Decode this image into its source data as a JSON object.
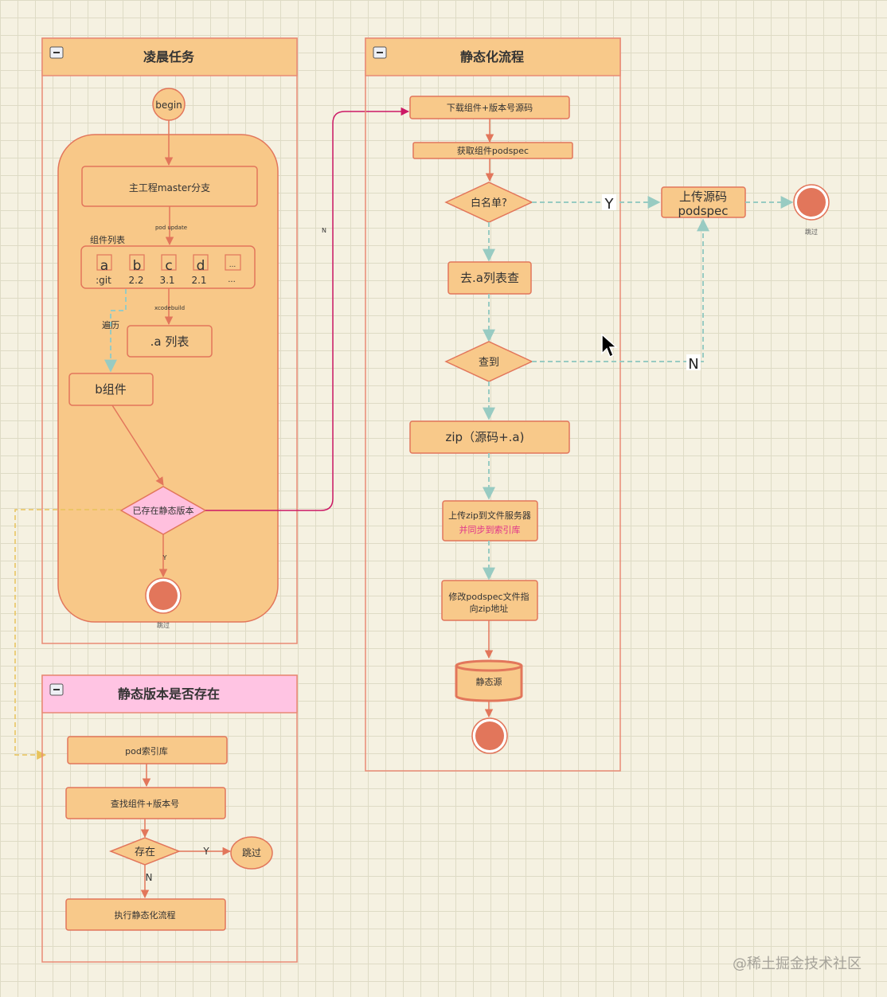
{
  "lanes": {
    "morning": {
      "title": "凌晨任务"
    },
    "static": {
      "title": "静态化流程"
    },
    "exists": {
      "title": "静态版本是否存在"
    }
  },
  "morning": {
    "begin": "begin",
    "master": "主工程master分支",
    "pod_update": "pod update",
    "component_list_label": "组件列表",
    "components": [
      {
        "letter": "a",
        "version": ":git"
      },
      {
        "letter": "b",
        "version": "2.2"
      },
      {
        "letter": "c",
        "version": "3.1"
      },
      {
        "letter": "d",
        "version": "2.1"
      },
      {
        "letter": "...",
        "version": "..."
      }
    ],
    "xcodebuild": "xcodebuild",
    "traverse": "遍历",
    "a_list": ".a 列表",
    "b_component": "b组件",
    "has_static": "已存在静态版本",
    "y": "Y",
    "n": "N",
    "skip": "跳过"
  },
  "static": {
    "download": "下载组件+版本号源码",
    "get_podspec": "获取组件podspec",
    "whitelist": "白名单?",
    "y_label": "Y",
    "upload_source": [
      "上传源码",
      "podspec"
    ],
    "skip": "跳过",
    "go_list": "去.a列表查",
    "found": "查到",
    "n_label": "N",
    "zip": "zip（源码+.a)",
    "upload_zip": "上传zip到文件服务器",
    "sync_index": "并同步到索引库",
    "modify_podspec": [
      "修改podspec文件指",
      "向zip地址"
    ],
    "static_source": "静态源"
  },
  "exists": {
    "pod_index": "pod索引库",
    "find_component": "查找组件+版本号",
    "exist": "存在",
    "y": "Y",
    "skip": "跳过",
    "n": "N",
    "run_static": "执行静态化流程"
  },
  "watermark": "@稀土掘金技术社区",
  "colors": {
    "node_fill": "#f8c98a",
    "node_stroke": "#e2765b",
    "lane_border": "#e98a75",
    "header_pink": "#ffc4e3",
    "diamond_pink": "#ffc0de",
    "dashed_teal": "#98cbc2",
    "dashed_yellow": "#e8c35b",
    "link_magenta": "#cc1966",
    "group_fill": "#f8c888"
  }
}
